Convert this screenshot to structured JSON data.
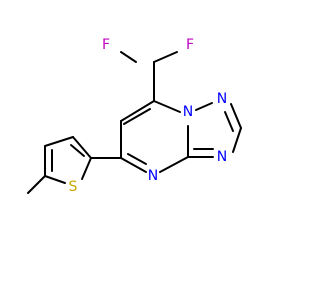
{
  "molecule": {
    "colors": {
      "fluorine": "#C000C0",
      "nitrogen": "#0000FF",
      "sulfur": "#C8A800",
      "bond": "#000000"
    },
    "atoms": {
      "f_left": "F",
      "f_right": "F",
      "n_bridge": "N",
      "n_triazole_top": "N",
      "n_triazole_right": "N",
      "n_pyrimidine": "N",
      "s_thiophene": "S"
    }
  }
}
